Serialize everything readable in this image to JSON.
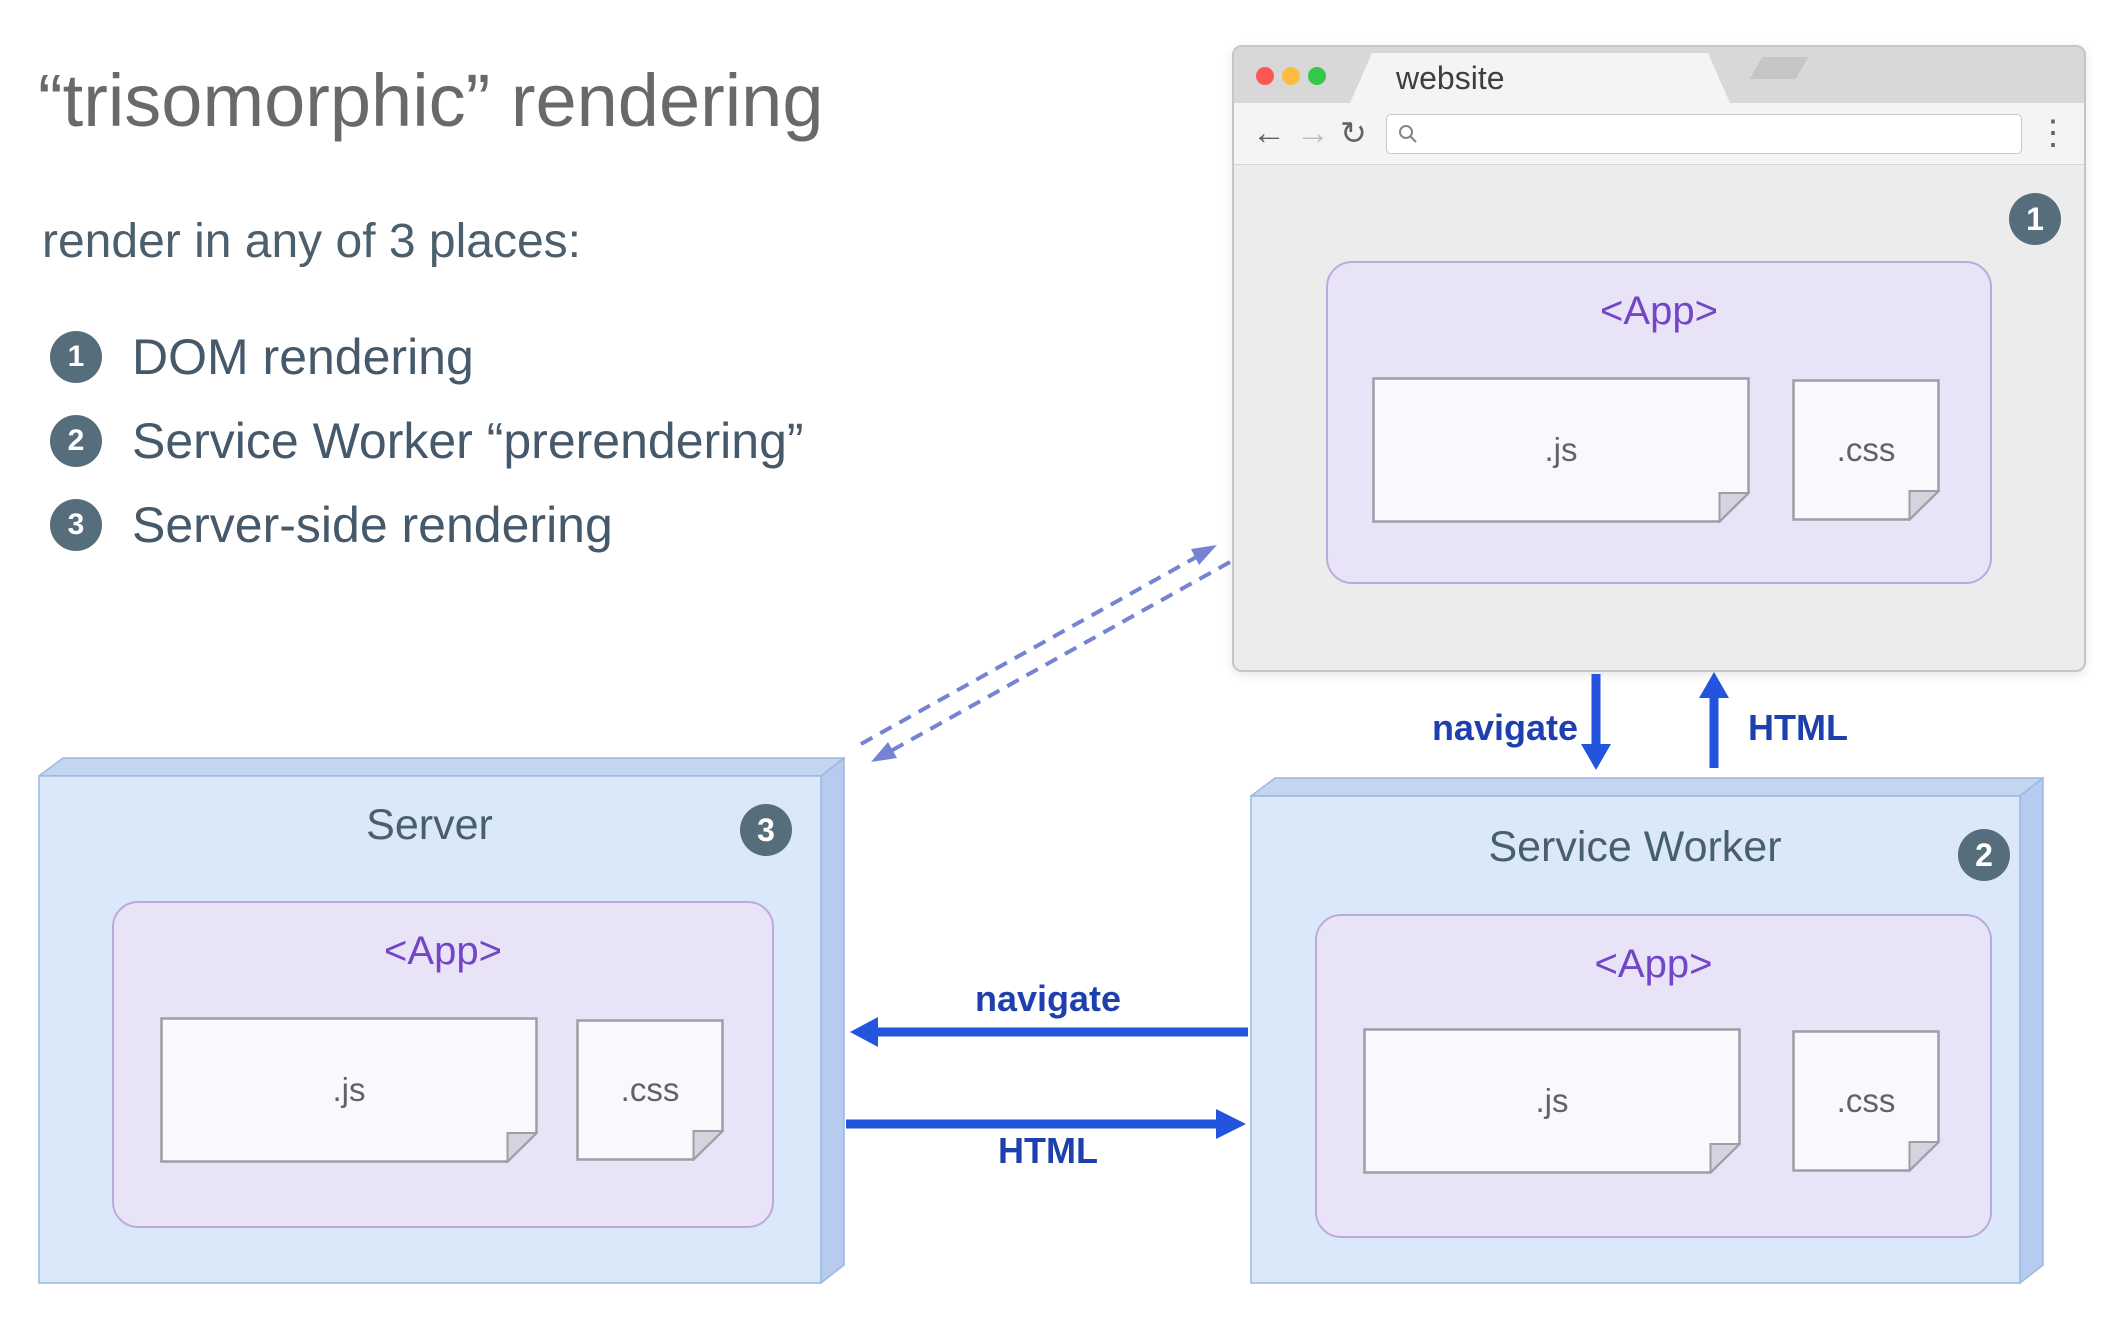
{
  "slide": {
    "title": "“trisomorphic” rendering",
    "subtitle": "render in any of 3 places:",
    "list": [
      {
        "num": "1",
        "label": "DOM rendering"
      },
      {
        "num": "2",
        "label": "Service Worker “prerendering”"
      },
      {
        "num": "3",
        "label": "Server-side rendering"
      }
    ]
  },
  "browser": {
    "tab_title": "website",
    "badge": "1",
    "nav": {
      "back": "←",
      "forward": "→",
      "reload": "↻",
      "menu": "⋮"
    },
    "app": {
      "title": "<App>",
      "js": ".js",
      "css": ".css"
    }
  },
  "server": {
    "title": "Server",
    "badge": "3",
    "app": {
      "title": "<App>",
      "js": ".js",
      "css": ".css"
    }
  },
  "service_worker": {
    "title": "Service Worker",
    "badge": "2",
    "app": {
      "title": "<App>",
      "js": ".js",
      "css": ".css"
    }
  },
  "arrows": {
    "navigate_down": "navigate",
    "html_up": "HTML",
    "navigate_left": "navigate",
    "html_right": "HTML"
  },
  "colors": {
    "arrow_blue": "#2254de",
    "arrow_label_navy": "#1e3fae",
    "dashed_blue": "#7583d2",
    "app_purple": "#7345c8",
    "app_box_fill": "#e8e3f6",
    "badge_bg": "#566d7c",
    "box3d_fill": "#dbe8fa",
    "traffic_red": "#fc5753",
    "traffic_yellow": "#fdbc40",
    "traffic_green": "#34c749"
  }
}
